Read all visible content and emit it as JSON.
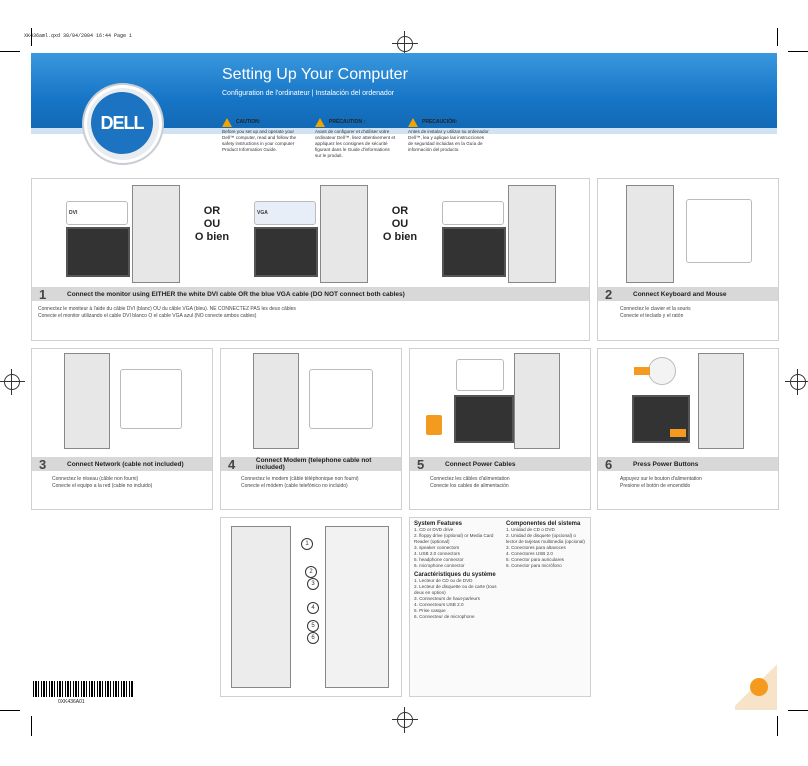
{
  "print_line": "XK436aml.qxd  30/04/2004  16:44  Page 1",
  "header": {
    "title": "Setting Up Your Computer",
    "subtitle": "Configuration de l'ordinateur | Instalación del ordenador",
    "logo": "DELL"
  },
  "cautions": [
    {
      "heading": "CAUTION:",
      "text": "Before you set up and operate your Dell™ computer, read and follow the safety instructions in your computer Product Information Guide."
    },
    {
      "heading": "PRÉCAUTION :",
      "text": "Avant de configurer et d'utiliser votre ordinateur Dell™, lisez attentivement et appliquez les consignes de sécurité figurant dans le Guide d'informations sur le produit."
    },
    {
      "heading": "PRECAUCIÓN:",
      "text": "Antes de instalar y utilizar su ordenador Dell™, lea y aplique las instrucciones de seguridad incluidas en la Guía de información del producto."
    }
  ],
  "or_label": [
    "OR",
    "OU",
    "O bien"
  ],
  "port_labels": {
    "dvi": "DVI",
    "vga": "VGA"
  },
  "steps": [
    {
      "number": "1",
      "label": "Connect the monitor using EITHER the white DVI cable OR the blue VGA cable (DO NOT connect both cables)",
      "fr": "Connectez le moniteur à l'aide du câble DVI (blanc) OU du câble VGA (bleu). NE CONNECTEZ PAS les deux câbles",
      "es": "Conecte el monitor utilizando el cable DVI blanco O el cable VGA azul (NO conecte ambos cables)"
    },
    {
      "number": "2",
      "label": "Connect Keyboard and Mouse",
      "fr": "Connectez le clavier et la souris",
      "es": "Conecte el teclado y el ratón"
    },
    {
      "number": "3",
      "label": "Connect Network (cable not included)",
      "fr": "Connectez le réseau (câble non fourni)",
      "es": "Conecte el equipo a la red (cable no incluido)"
    },
    {
      "number": "4",
      "label": "Connect Modem (telephone cable not included)",
      "fr": "Connectez le modem (câble téléphonique non fourni)",
      "es": "Conecte el módem (cable telefónico no incluido)"
    },
    {
      "number": "5",
      "label": "Connect Power Cables",
      "fr": "Connectez les câbles d'alimentation",
      "es": "Conecte los cables de alimentación"
    },
    {
      "number": "6",
      "label": "Press Power Buttons",
      "fr": "Appuyez sur le bouton d'alimentation",
      "es": "Presione el botón de encendido"
    }
  ],
  "features": {
    "en_title": "System Features",
    "en": [
      "1. CD or DVD drive",
      "2. floppy drive (optional) or Media Card Reader (optional)",
      "3. speaker connectors",
      "4. USB 2.0 connectors",
      "5. headphone connector",
      "6. microphone connector"
    ],
    "fr_title": "Caractéristiques du système",
    "fr": [
      "1. Lecteur de CD ou de DVD",
      "2. Lecteur de disquette ou de carte (tous deux en option)",
      "3. Connecteurs de haut-parleurs",
      "4. Connecteurs USB 2.0",
      "5. Prise casque",
      "6. Connecteur de microphone"
    ],
    "es_title": "Componentes del sistema",
    "es": [
      "1. Unidad de CD o DVD",
      "2. Unidad de disquete (opcional) o lector de tarjetas multimedia (opcional)",
      "3. Conectores para altavoces",
      "4. Conectores USB 2.0",
      "5. Conector para auriculares",
      "6. Conector para micrófono"
    ]
  },
  "callouts": [
    "1",
    "2",
    "3",
    "4",
    "5",
    "6"
  ],
  "barcode_text": "0XK436A01",
  "colors": {
    "brand_blue": "#1776c7",
    "accent_orange": "#f39a1f",
    "step_bar": "#d8d8d8"
  }
}
